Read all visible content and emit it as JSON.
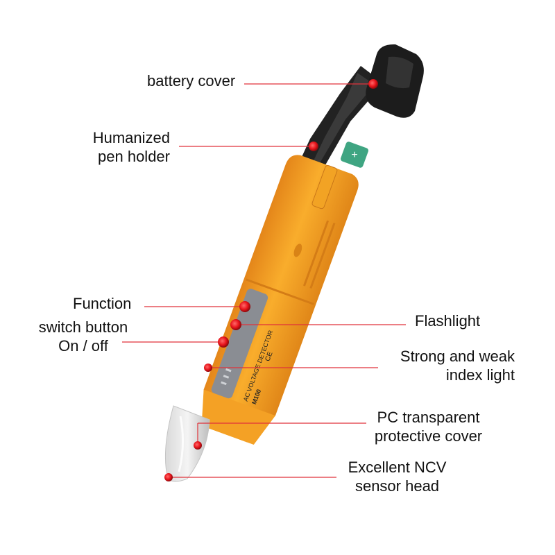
{
  "annotations": {
    "battery_cover": "battery cover",
    "pen_holder_line1": "Humanized",
    "pen_holder_line2": "pen holder",
    "function": "Function",
    "switch_line1": "switch button",
    "switch_line2": "On / off",
    "flashlight": "Flashlight",
    "index_line1": "Strong and weak",
    "index_line2": "index light",
    "cover_line1": "PC transparent",
    "cover_line2": "protective cover",
    "sensor_line1": "Excellent NCV",
    "sensor_line2": "sensor head"
  },
  "device": {
    "printed_text": "AC VOLTAGE DETECTOR",
    "model": "M100",
    "ce_mark": "CE",
    "battery_sign": "+"
  },
  "colors": {
    "body_orange": "#f7a21f",
    "body_dark": "#d9801a",
    "cap_black": "#1c1c1c",
    "panel_gray": "#8a8d93",
    "marker_red": "#e8141b",
    "leader_line": "#e0323a",
    "battery_green": "#3fa582"
  }
}
